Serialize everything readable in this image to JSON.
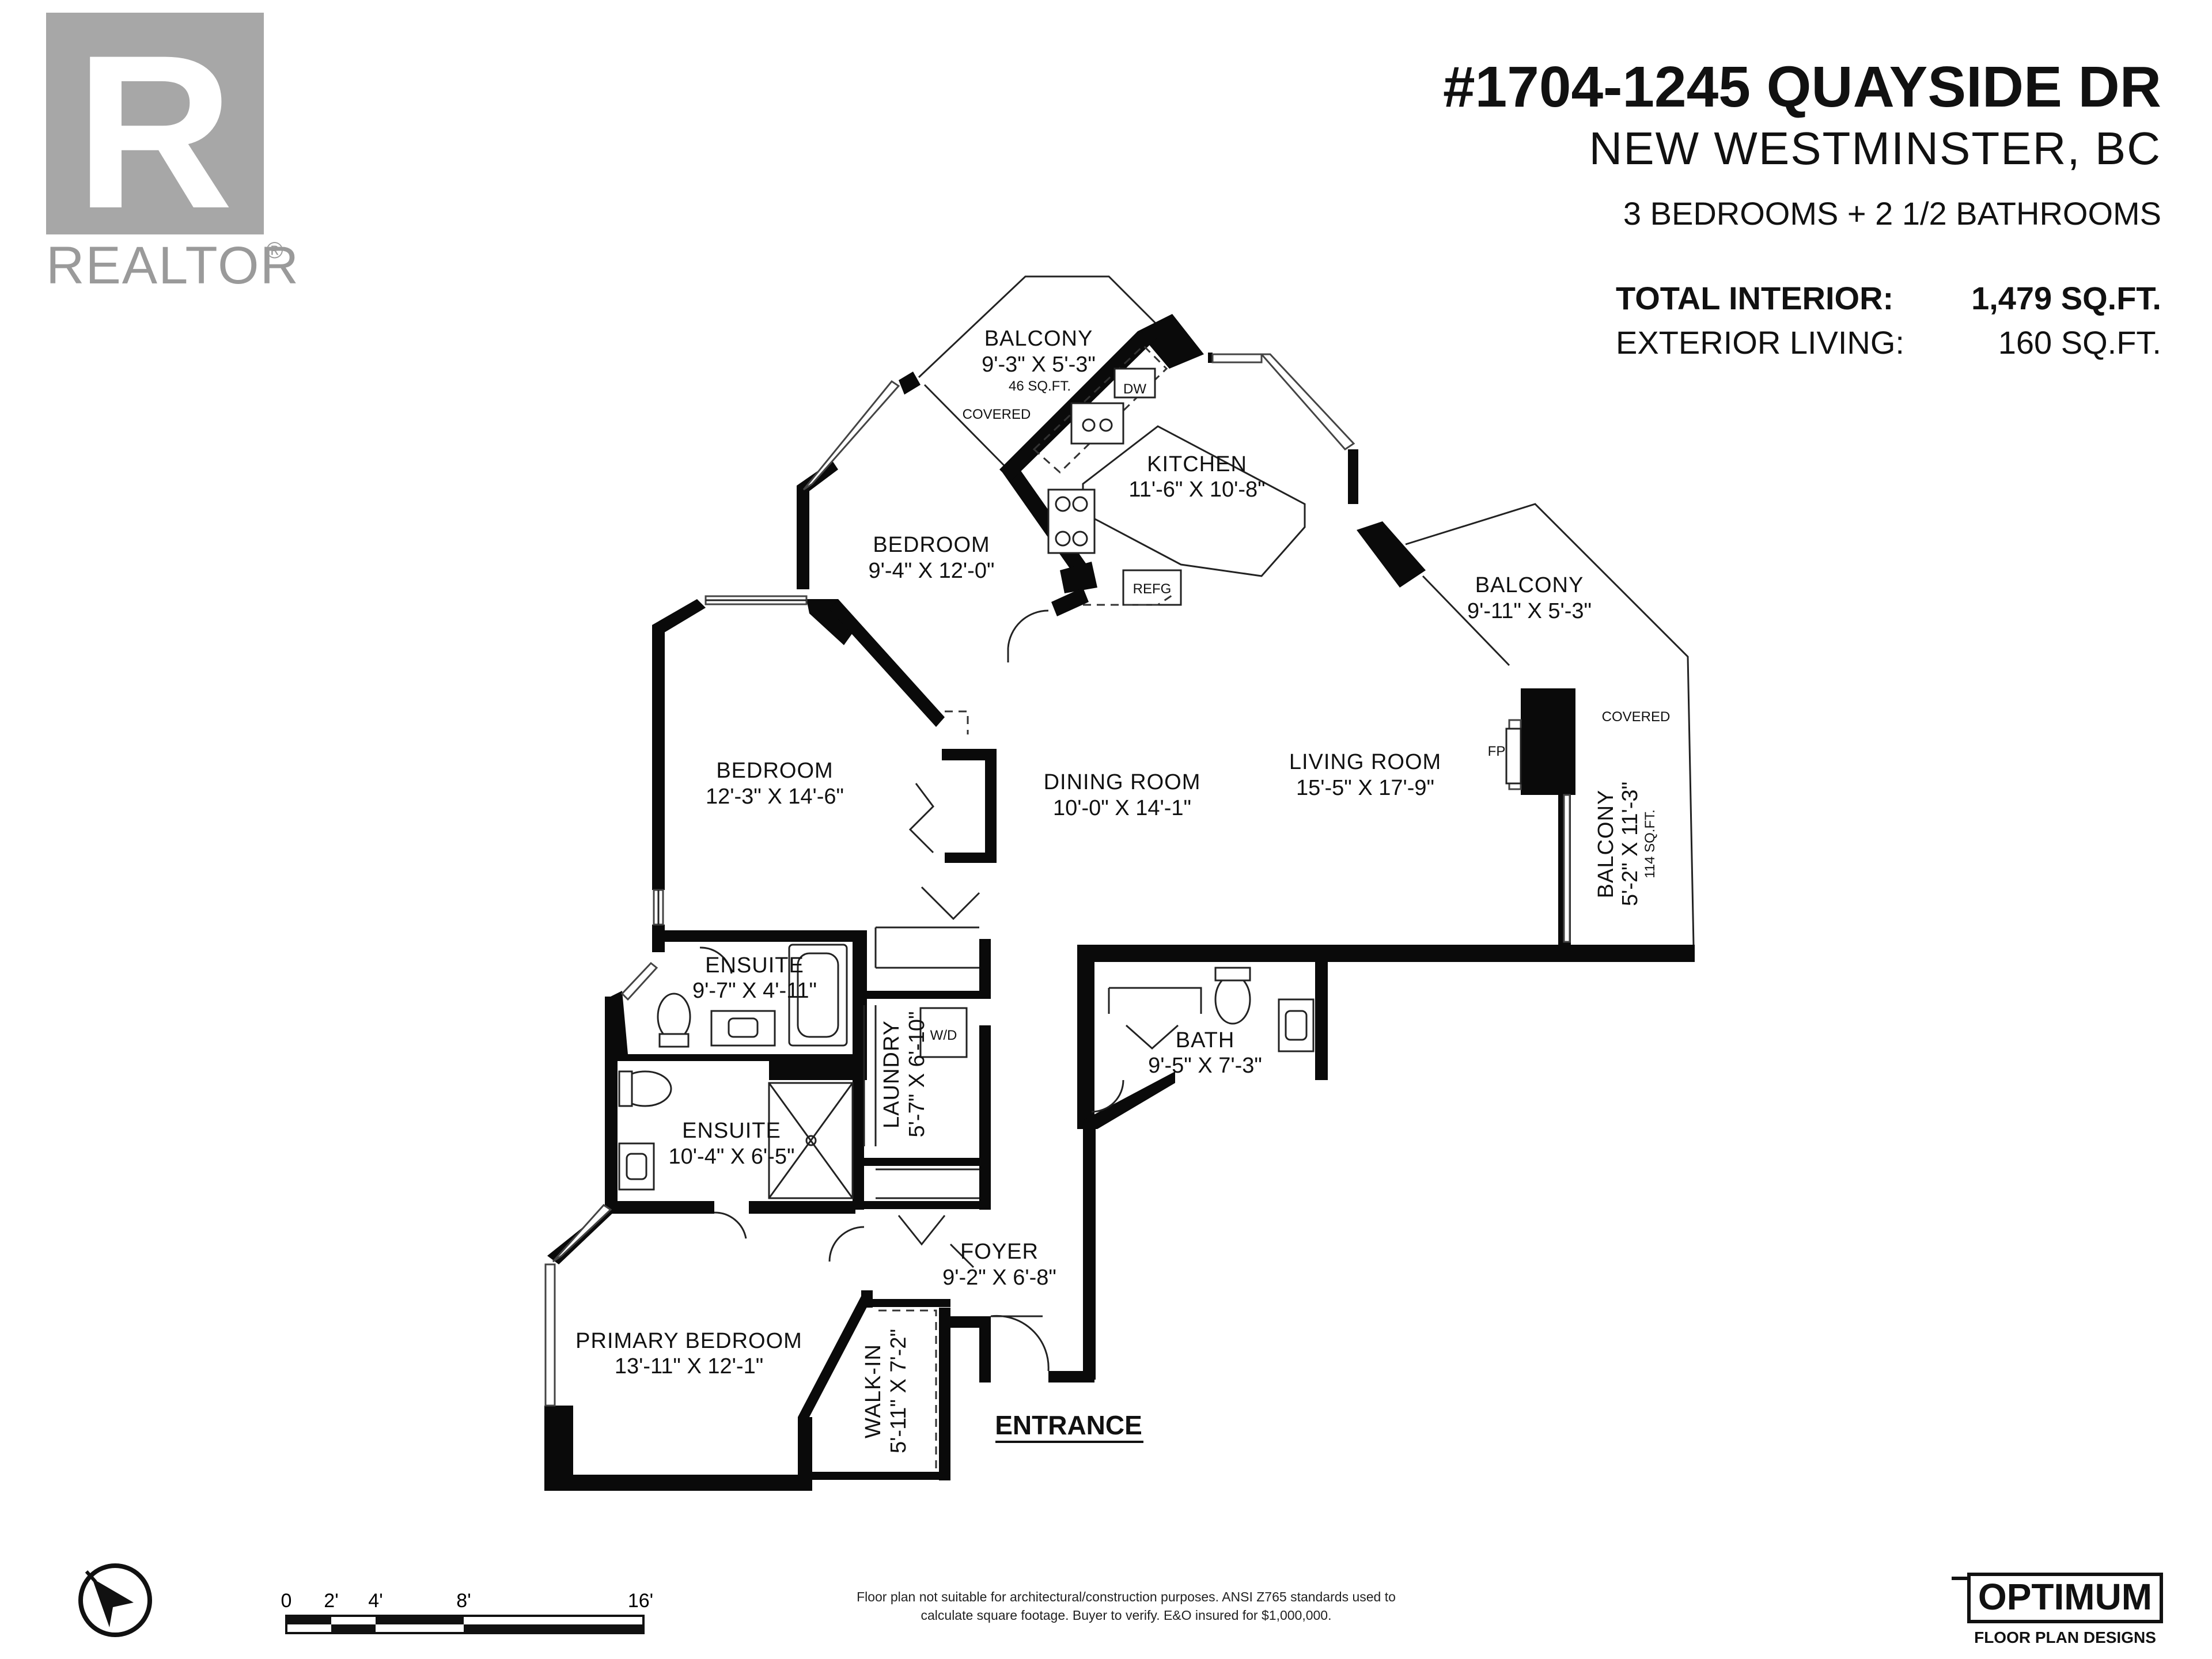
{
  "brand": {
    "realtor_label": "REALTOR",
    "realtor_reg": "®",
    "logo_letter": "R"
  },
  "header": {
    "address": "#1704-1245 QUAYSIDE DR",
    "city": "NEW WESTMINSTER, BC",
    "rooms_summary": "3 BEDROOMS + 2 1/2 BATHROOMS",
    "interior_label": "TOTAL INTERIOR:",
    "interior_value": "1,479 SQ.FT.",
    "exterior_label": "EXTERIOR LIVING:",
    "exterior_value": "160 SQ.FT."
  },
  "rooms": {
    "balcony_top": {
      "name": "BALCONY",
      "dim": "9'-3\" X 5'-3\"",
      "area": "46 SQ.FT.",
      "note": "COVERED"
    },
    "kitchen": {
      "name": "KITCHEN",
      "dim": "11'-6\" X 10'-8\""
    },
    "bedroom_upper": {
      "name": "BEDROOM",
      "dim": "9'-4\" X 12'-0\""
    },
    "balcony_right": {
      "name": "BALCONY",
      "dim": "9'-11\" X 5'-3\""
    },
    "bedroom_left": {
      "name": "BEDROOM",
      "dim": "12'-3\" X 14'-6\""
    },
    "dining": {
      "name": "DINING ROOM",
      "dim": "10'-0\" X 14'-1\""
    },
    "living": {
      "name": "LIVING ROOM",
      "dim": "15'-5\" X 17'-9\""
    },
    "balcony_side": {
      "name": "BALCONY",
      "dim": "5'-2\" X 11'-3\"",
      "area": "114 SQ.FT.",
      "note": "COVERED"
    },
    "ensuite_upper": {
      "name": "ENSUITE",
      "dim": "9'-7\" X 4'-11\""
    },
    "laundry": {
      "name": "LAUNDRY",
      "dim": "5'-7\" X 6'-10\""
    },
    "bath": {
      "name": "BATH",
      "dim": "9'-5\" X 7'-3\""
    },
    "ensuite_lower": {
      "name": "ENSUITE",
      "dim": "10'-4\" X 6'-5\""
    },
    "foyer": {
      "name": "FOYER",
      "dim": "9'-2\" X 6'-8\""
    },
    "primary": {
      "name": "PRIMARY BEDROOM",
      "dim": "13'-11\" X 12'-1\""
    },
    "walkin": {
      "name": "WALK-IN",
      "dim": "5'-11\" X 7'-2\""
    }
  },
  "fixtures": {
    "dw": "DW",
    "refg": "REFG",
    "fp": "FP",
    "wd": "W/D"
  },
  "entrance": "ENTRANCE",
  "scale": {
    "ticks": [
      "0",
      "2'",
      "4'",
      "8'",
      "16'"
    ]
  },
  "disclaimer": {
    "line1": "Floor plan not suitable for architectural/construction purposes. ANSI Z765 standards used to",
    "line2": "calculate square footage. Buyer to verify. E&O insured for $1,000,000."
  },
  "designer": {
    "name": "OPTIMUM",
    "tagline": "FLOOR PLAN DESIGNS"
  },
  "icons": {
    "compass": "north-arrow-icon"
  }
}
